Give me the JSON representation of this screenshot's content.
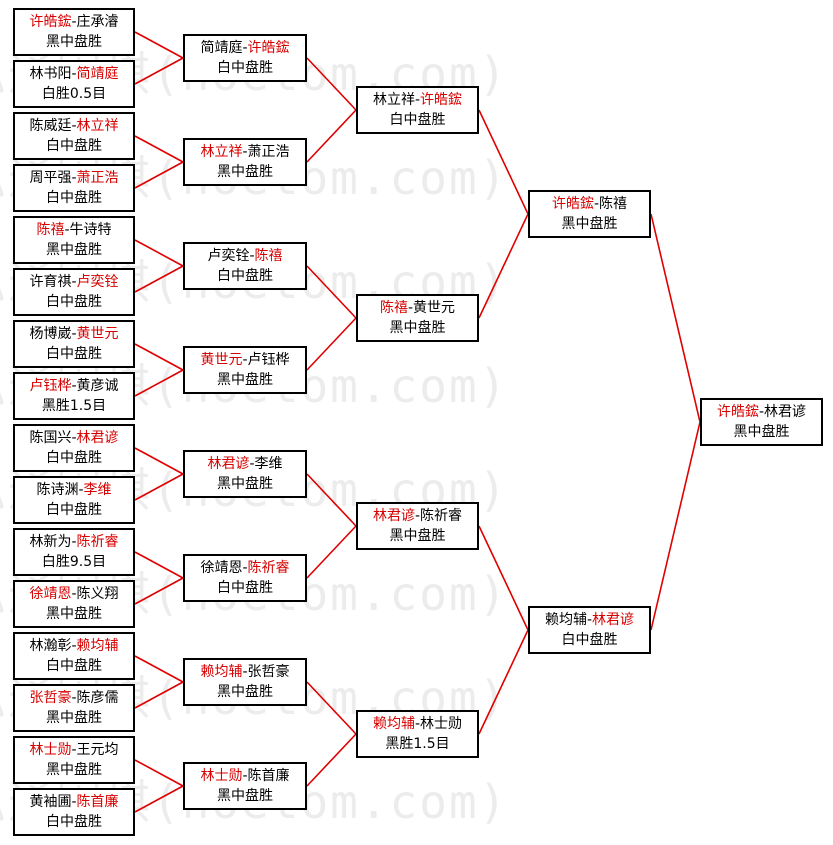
{
  "watermark": "弘通围棋(hoetom.com)",
  "colors": {
    "winner": "#d80000",
    "line": "#e00000",
    "border": "#000000"
  },
  "rounds": [
    [
      {
        "a": "许皓鋐",
        "b": "庄承濬",
        "winner": "a",
        "result": "黑中盘胜"
      },
      {
        "a": "林书阳",
        "b": "简靖庭",
        "winner": "b",
        "result": "白胜0.5目"
      },
      {
        "a": "陈威廷",
        "b": "林立祥",
        "winner": "b",
        "result": "白中盘胜"
      },
      {
        "a": "周平强",
        "b": "萧正浩",
        "winner": "b",
        "result": "白中盘胜"
      },
      {
        "a": "陈禧",
        "b": "牛诗特",
        "winner": "a",
        "result": "黑中盘胜"
      },
      {
        "a": "许育祺",
        "b": "卢奕铨",
        "winner": "b",
        "result": "白中盘胜"
      },
      {
        "a": "杨博崴",
        "b": "黄世元",
        "winner": "b",
        "result": "白中盘胜"
      },
      {
        "a": "卢钰桦",
        "b": "黄彦诚",
        "winner": "a",
        "result": "黑胜1.5目"
      },
      {
        "a": "陈国兴",
        "b": "林君谚",
        "winner": "b",
        "result": "白中盘胜"
      },
      {
        "a": "陈诗渊",
        "b": "李维",
        "winner": "b",
        "result": "白中盘胜"
      },
      {
        "a": "林新为",
        "b": "陈祈睿",
        "winner": "b",
        "result": "白胜9.5目"
      },
      {
        "a": "徐靖恩",
        "b": "陈义翔",
        "winner": "a",
        "result": "黑中盘胜"
      },
      {
        "a": "林瀚彰",
        "b": "赖均辅",
        "winner": "b",
        "result": "白中盘胜"
      },
      {
        "a": "张哲豪",
        "b": "陈彦儒",
        "winner": "a",
        "result": "黑中盘胜"
      },
      {
        "a": "林士勋",
        "b": "王元均",
        "winner": "a",
        "result": "黑中盘胜"
      },
      {
        "a": "黄袖圃",
        "b": "陈首廉",
        "winner": "b",
        "result": "白中盘胜"
      }
    ],
    [
      {
        "a": "简靖庭",
        "b": "许皓鋐",
        "winner": "b",
        "result": "白中盘胜"
      },
      {
        "a": "林立祥",
        "b": "萧正浩",
        "winner": "a",
        "result": "黑中盘胜"
      },
      {
        "a": "卢奕铨",
        "b": "陈禧",
        "winner": "b",
        "result": "白中盘胜"
      },
      {
        "a": "黄世元",
        "b": "卢钰桦",
        "winner": "a",
        "result": "黑中盘胜"
      },
      {
        "a": "林君谚",
        "b": "李维",
        "winner": "a",
        "result": "黑中盘胜"
      },
      {
        "a": "徐靖恩",
        "b": "陈祈睿",
        "winner": "b",
        "result": "白中盘胜"
      },
      {
        "a": "赖均辅",
        "b": "张哲豪",
        "winner": "a",
        "result": "黑中盘胜"
      },
      {
        "a": "林士勋",
        "b": "陈首廉",
        "winner": "a",
        "result": "黑中盘胜"
      }
    ],
    [
      {
        "a": "林立祥",
        "b": "许皓鋐",
        "winner": "b",
        "result": "白中盘胜"
      },
      {
        "a": "陈禧",
        "b": "黄世元",
        "winner": "a",
        "result": "黑中盘胜"
      },
      {
        "a": "林君谚",
        "b": "陈祈睿",
        "winner": "a",
        "result": "黑中盘胜"
      },
      {
        "a": "赖均辅",
        "b": "林士勋",
        "winner": "a",
        "result": "黑胜1.5目"
      }
    ],
    [
      {
        "a": "许皓鋐",
        "b": "陈禧",
        "winner": "a",
        "result": "黑中盘胜"
      },
      {
        "a": "赖均辅",
        "b": "林君谚",
        "winner": "b",
        "result": "白中盘胜"
      }
    ],
    [
      {
        "a": "许皓鋐",
        "b": "林君谚",
        "winner": "a",
        "result": "黑中盘胜"
      }
    ]
  ]
}
